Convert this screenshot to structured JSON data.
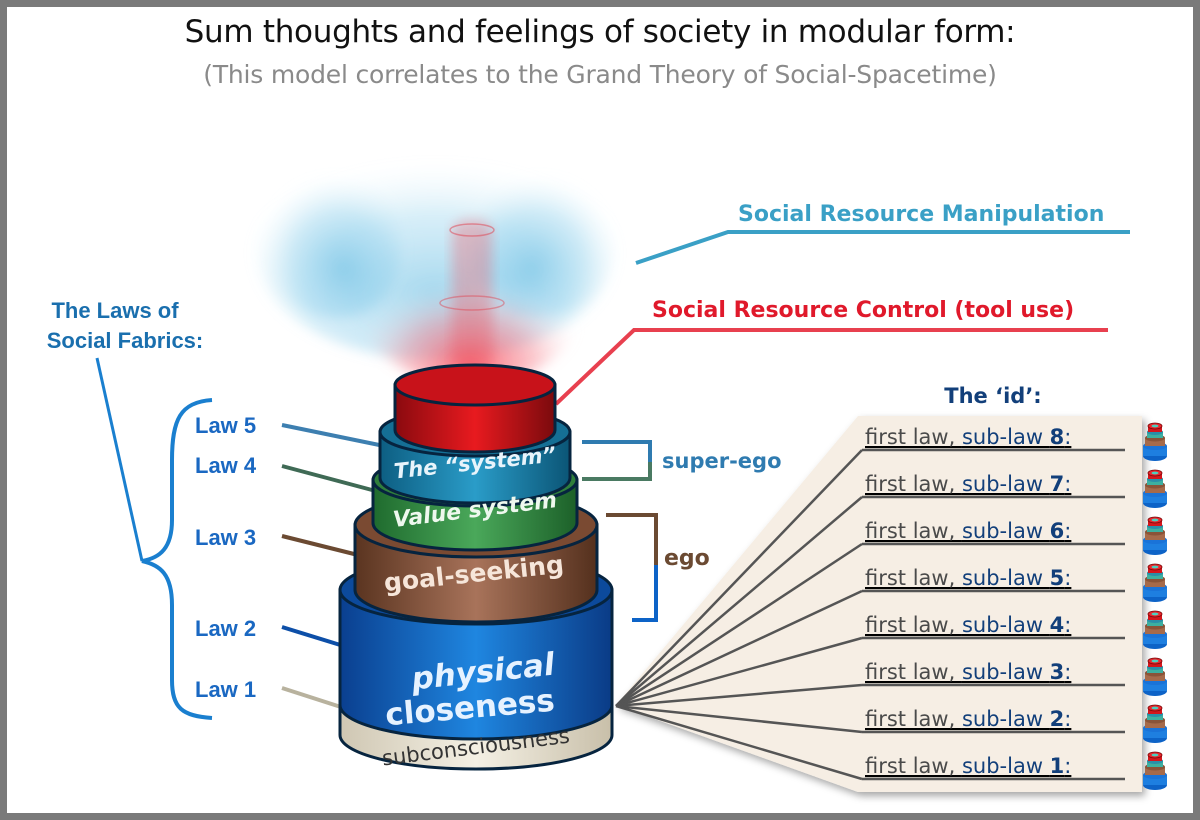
{
  "header": {
    "title": "Sum thoughts and feelings of society in modular form:",
    "subtitle": "(This model correlates to the Grand Theory of Social-Spacetime)"
  },
  "callouts": {
    "manipulation": "Social Resource Manipulation",
    "control": "Social Resource Control (tool use)"
  },
  "laws_heading": {
    "line1": "The Laws of",
    "line2": "Social Fabrics:"
  },
  "laws": [
    {
      "label": "Law 5"
    },
    {
      "label": "Law 4"
    },
    {
      "label": "Law 3"
    },
    {
      "label": "Law 2"
    },
    {
      "label": "Law 1"
    }
  ],
  "tiers": {
    "system": "The “system”",
    "value": "Value system",
    "goal": "goal-seeking",
    "physical_line1": "physical",
    "physical_line2": "closeness",
    "subconscious": "subconsciousness"
  },
  "groups": {
    "super_ego": "super-ego",
    "ego": "ego"
  },
  "id_panel": {
    "heading": "The ‘id’:",
    "rows": [
      {
        "prefix": "first law, ",
        "mid": "sub-law ",
        "num": "8",
        "suffix": ":"
      },
      {
        "prefix": "first law, ",
        "mid": "sub-law ",
        "num": "7",
        "suffix": ":"
      },
      {
        "prefix": "first law, ",
        "mid": "sub-law ",
        "num": "6",
        "suffix": ":"
      },
      {
        "prefix": "first law, ",
        "mid": "sub-law ",
        "num": "5",
        "suffix": ":"
      },
      {
        "prefix": "first law, ",
        "mid": "sub-law ",
        "num": "4",
        "suffix": ":"
      },
      {
        "prefix": "first law, ",
        "mid": "sub-law ",
        "num": "3",
        "suffix": ":"
      },
      {
        "prefix": "first law, ",
        "mid": "sub-law ",
        "num": "2",
        "suffix": ":"
      },
      {
        "prefix": "first law, ",
        "mid": "sub-law ",
        "num": "1",
        "suffix": ":"
      }
    ]
  },
  "colors": {
    "frame": "#7a7a7a",
    "manipulation": "#3aa0c6",
    "control": "#e0192b",
    "laws_blue": "#1a68c2",
    "heading_blue": "#1a6fae",
    "super_ego": "#2f7bb0",
    "ego": "#6b4a32",
    "id_navy": "#123f7a",
    "id_gray": "#4a4a4a",
    "panel": "#f6eee4"
  }
}
